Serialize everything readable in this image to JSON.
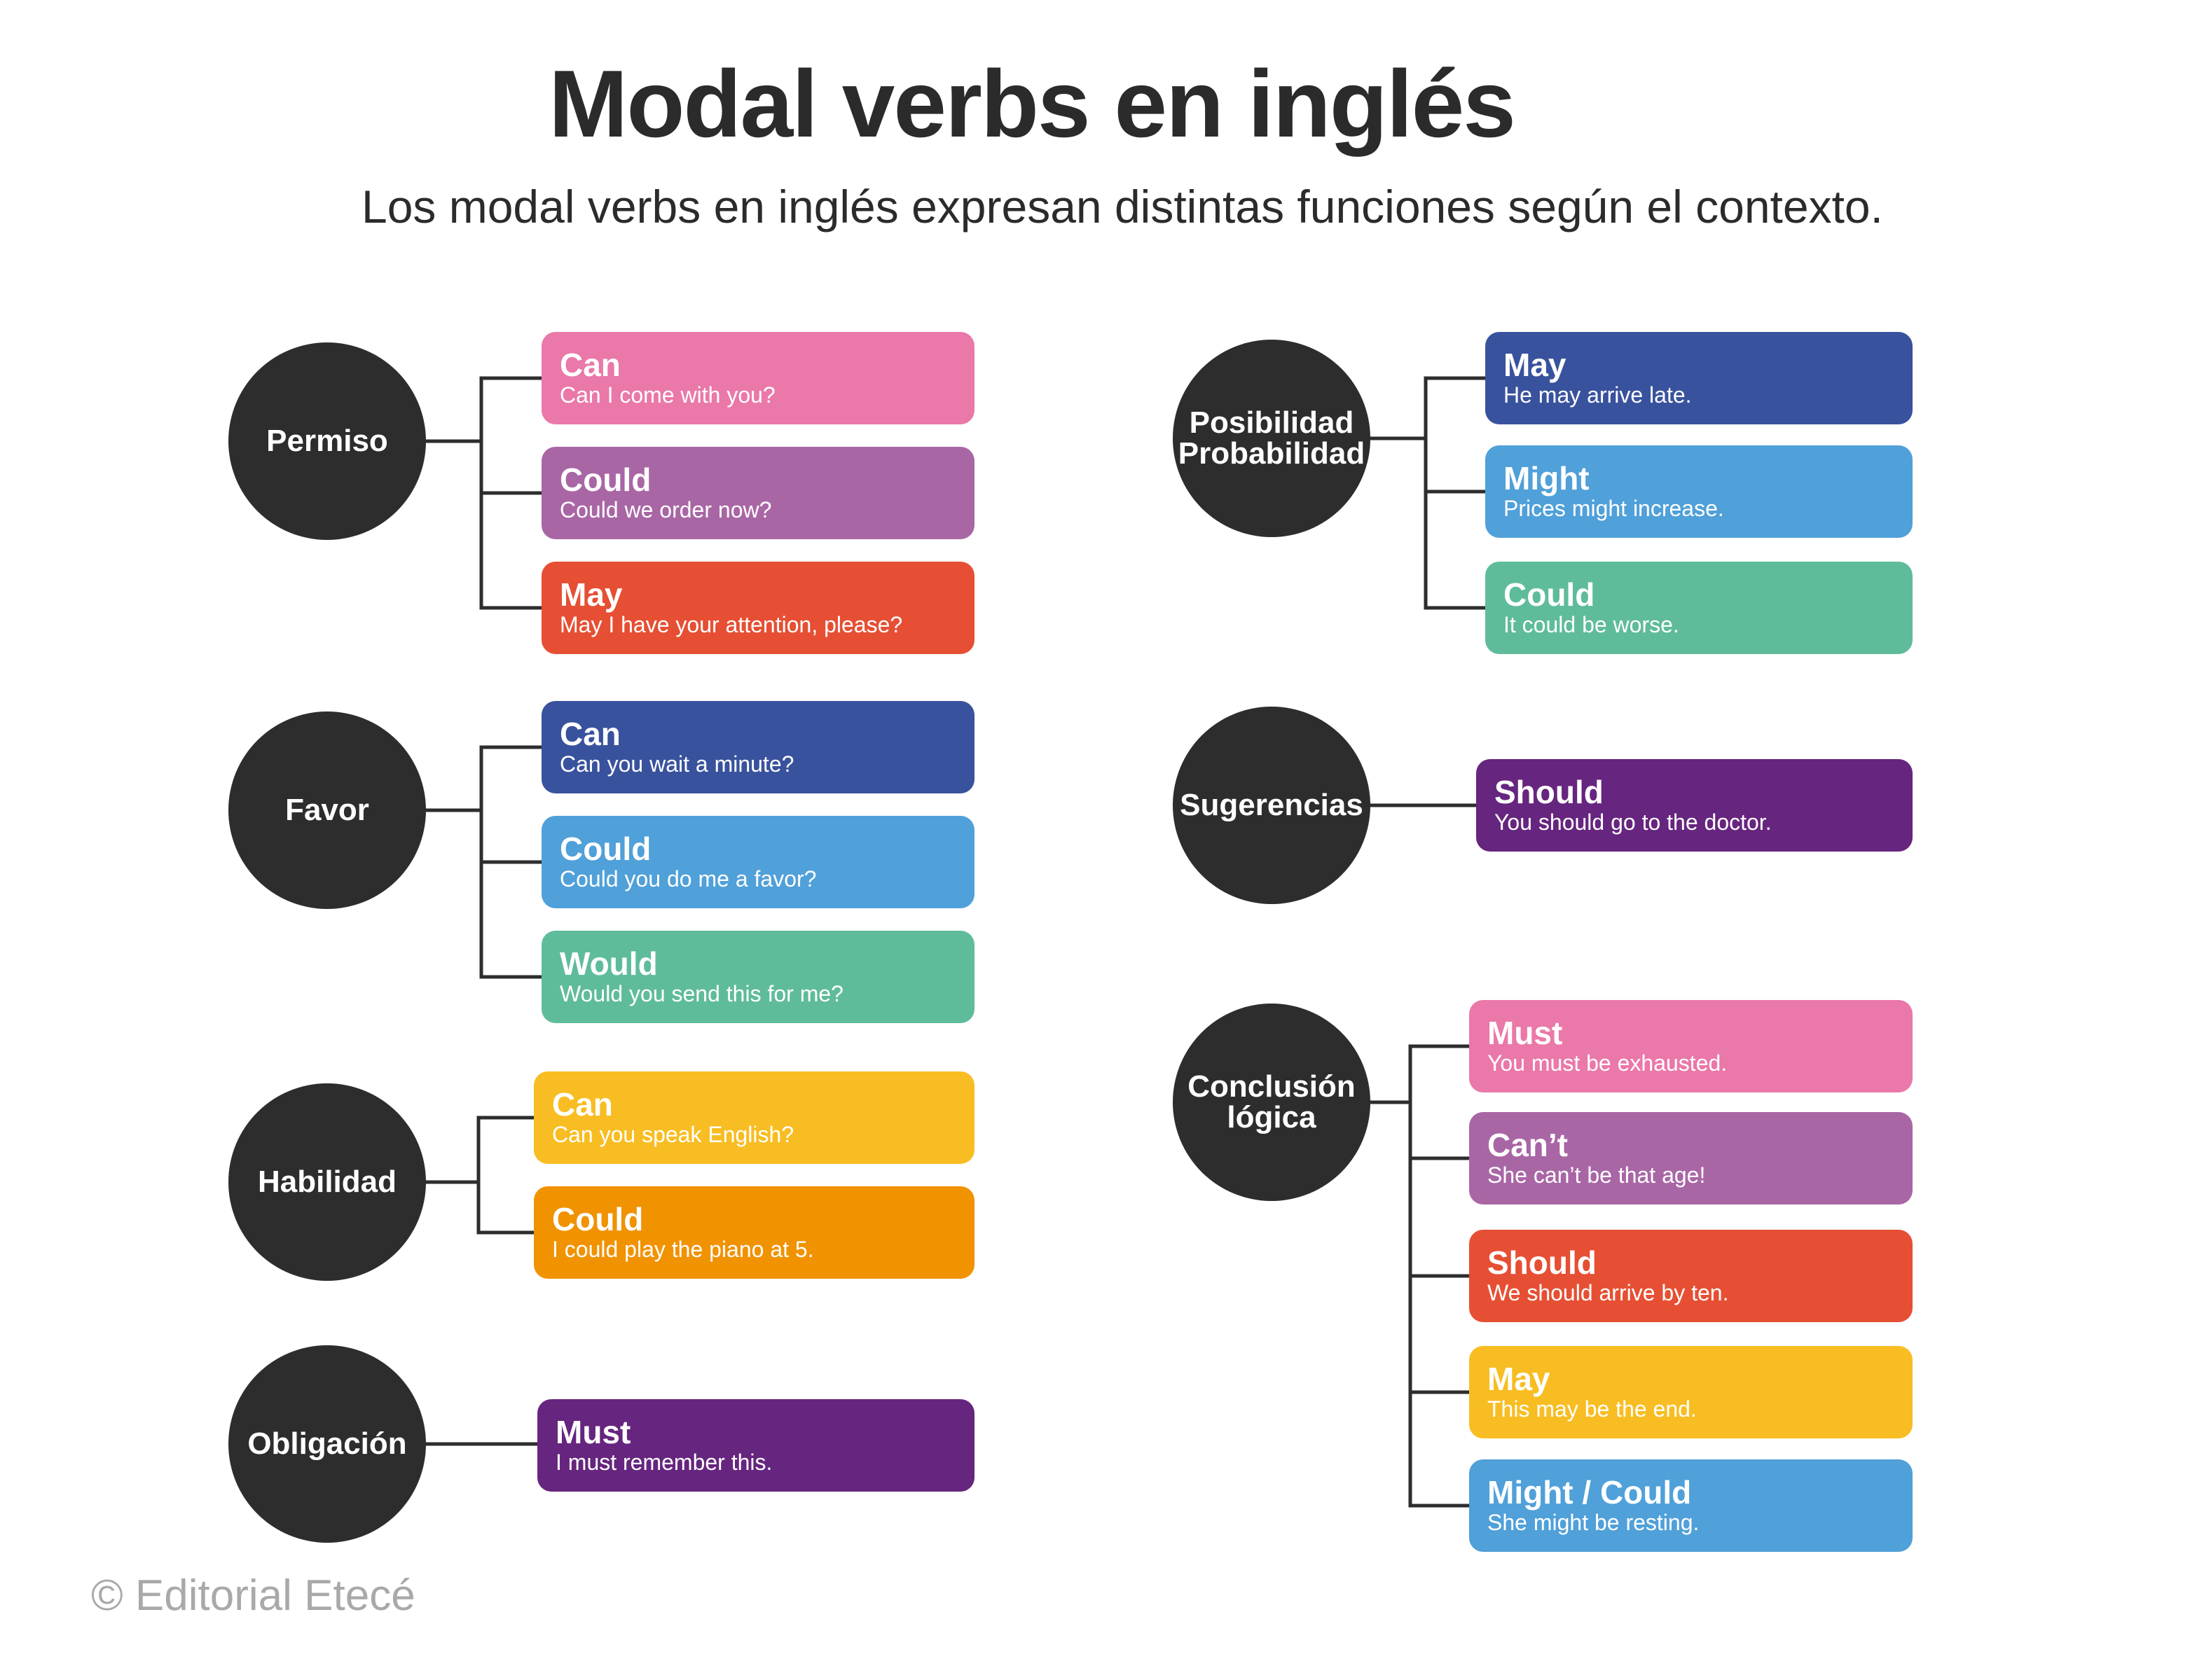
{
  "title": "Modal verbs en inglés",
  "subtitle": "Los modal verbs en inglés expresan distintas funciones según el contexto.",
  "copyright": "© Editorial Etecé",
  "colors": {
    "pink": "#ea78a9",
    "purple": "#a966a5",
    "red": "#e64f33",
    "navy": "#39529d",
    "blue": "#50a0d9",
    "green": "#5fbc9a",
    "yellow": "#f8bd22",
    "orange": "#f19200",
    "violet": "#66257e",
    "node": "#2d2d2d",
    "line": "#2d2d2d"
  },
  "categories": [
    {
      "label": "Permiso",
      "items": [
        {
          "verb": "Can",
          "example": "Can I come with you?",
          "color": "#ea78a9"
        },
        {
          "verb": "Could",
          "example": "Could we order now?",
          "color": "#a966a5"
        },
        {
          "verb": "May",
          "example": "May I have your attention, please?",
          "color": "#e64f33"
        }
      ]
    },
    {
      "label": "Favor",
      "items": [
        {
          "verb": "Can",
          "example": "Can you wait a minute?",
          "color": "#39529d"
        },
        {
          "verb": "Could",
          "example": "Could you do me a favor?",
          "color": "#50a0d9"
        },
        {
          "verb": "Would",
          "example": "Would you send this for me?",
          "color": "#5fbc9a"
        }
      ]
    },
    {
      "label": "Habilidad",
      "items": [
        {
          "verb": "Can",
          "example": "Can you speak English?",
          "color": "#f8bd22"
        },
        {
          "verb": "Could",
          "example": "I could play the piano at 5.",
          "color": "#f19200"
        }
      ]
    },
    {
      "label": "Obligación",
      "items": [
        {
          "verb": "Must",
          "example": "I must remember this.",
          "color": "#66257e"
        }
      ]
    },
    {
      "label": "Posibilidad\nProbabilidad",
      "items": [
        {
          "verb": "May",
          "example": "He may arrive late.",
          "color": "#39529d"
        },
        {
          "verb": "Might",
          "example": "Prices might increase.",
          "color": "#50a0d9"
        },
        {
          "verb": "Could",
          "example": "It could be worse.",
          "color": "#5fbc9a"
        }
      ]
    },
    {
      "label": "Sugerencias",
      "items": [
        {
          "verb": "Should",
          "example": "You should go to the doctor.",
          "color": "#66257e"
        }
      ]
    },
    {
      "label": "Conclusión\nlógica",
      "items": [
        {
          "verb": "Must",
          "example": "You must be exhausted.",
          "color": "#ea78a9"
        },
        {
          "verb": "Can’t",
          "example": "She can’t be that age!",
          "color": "#a966a5"
        },
        {
          "verb": "Should",
          "example": "We should arrive by ten.",
          "color": "#e64f33"
        },
        {
          "verb": "May",
          "example": "This may be the end.",
          "color": "#f8bd22"
        },
        {
          "verb": "Might / Could",
          "example": "She might be resting.",
          "color": "#50a0d9"
        }
      ]
    }
  ]
}
